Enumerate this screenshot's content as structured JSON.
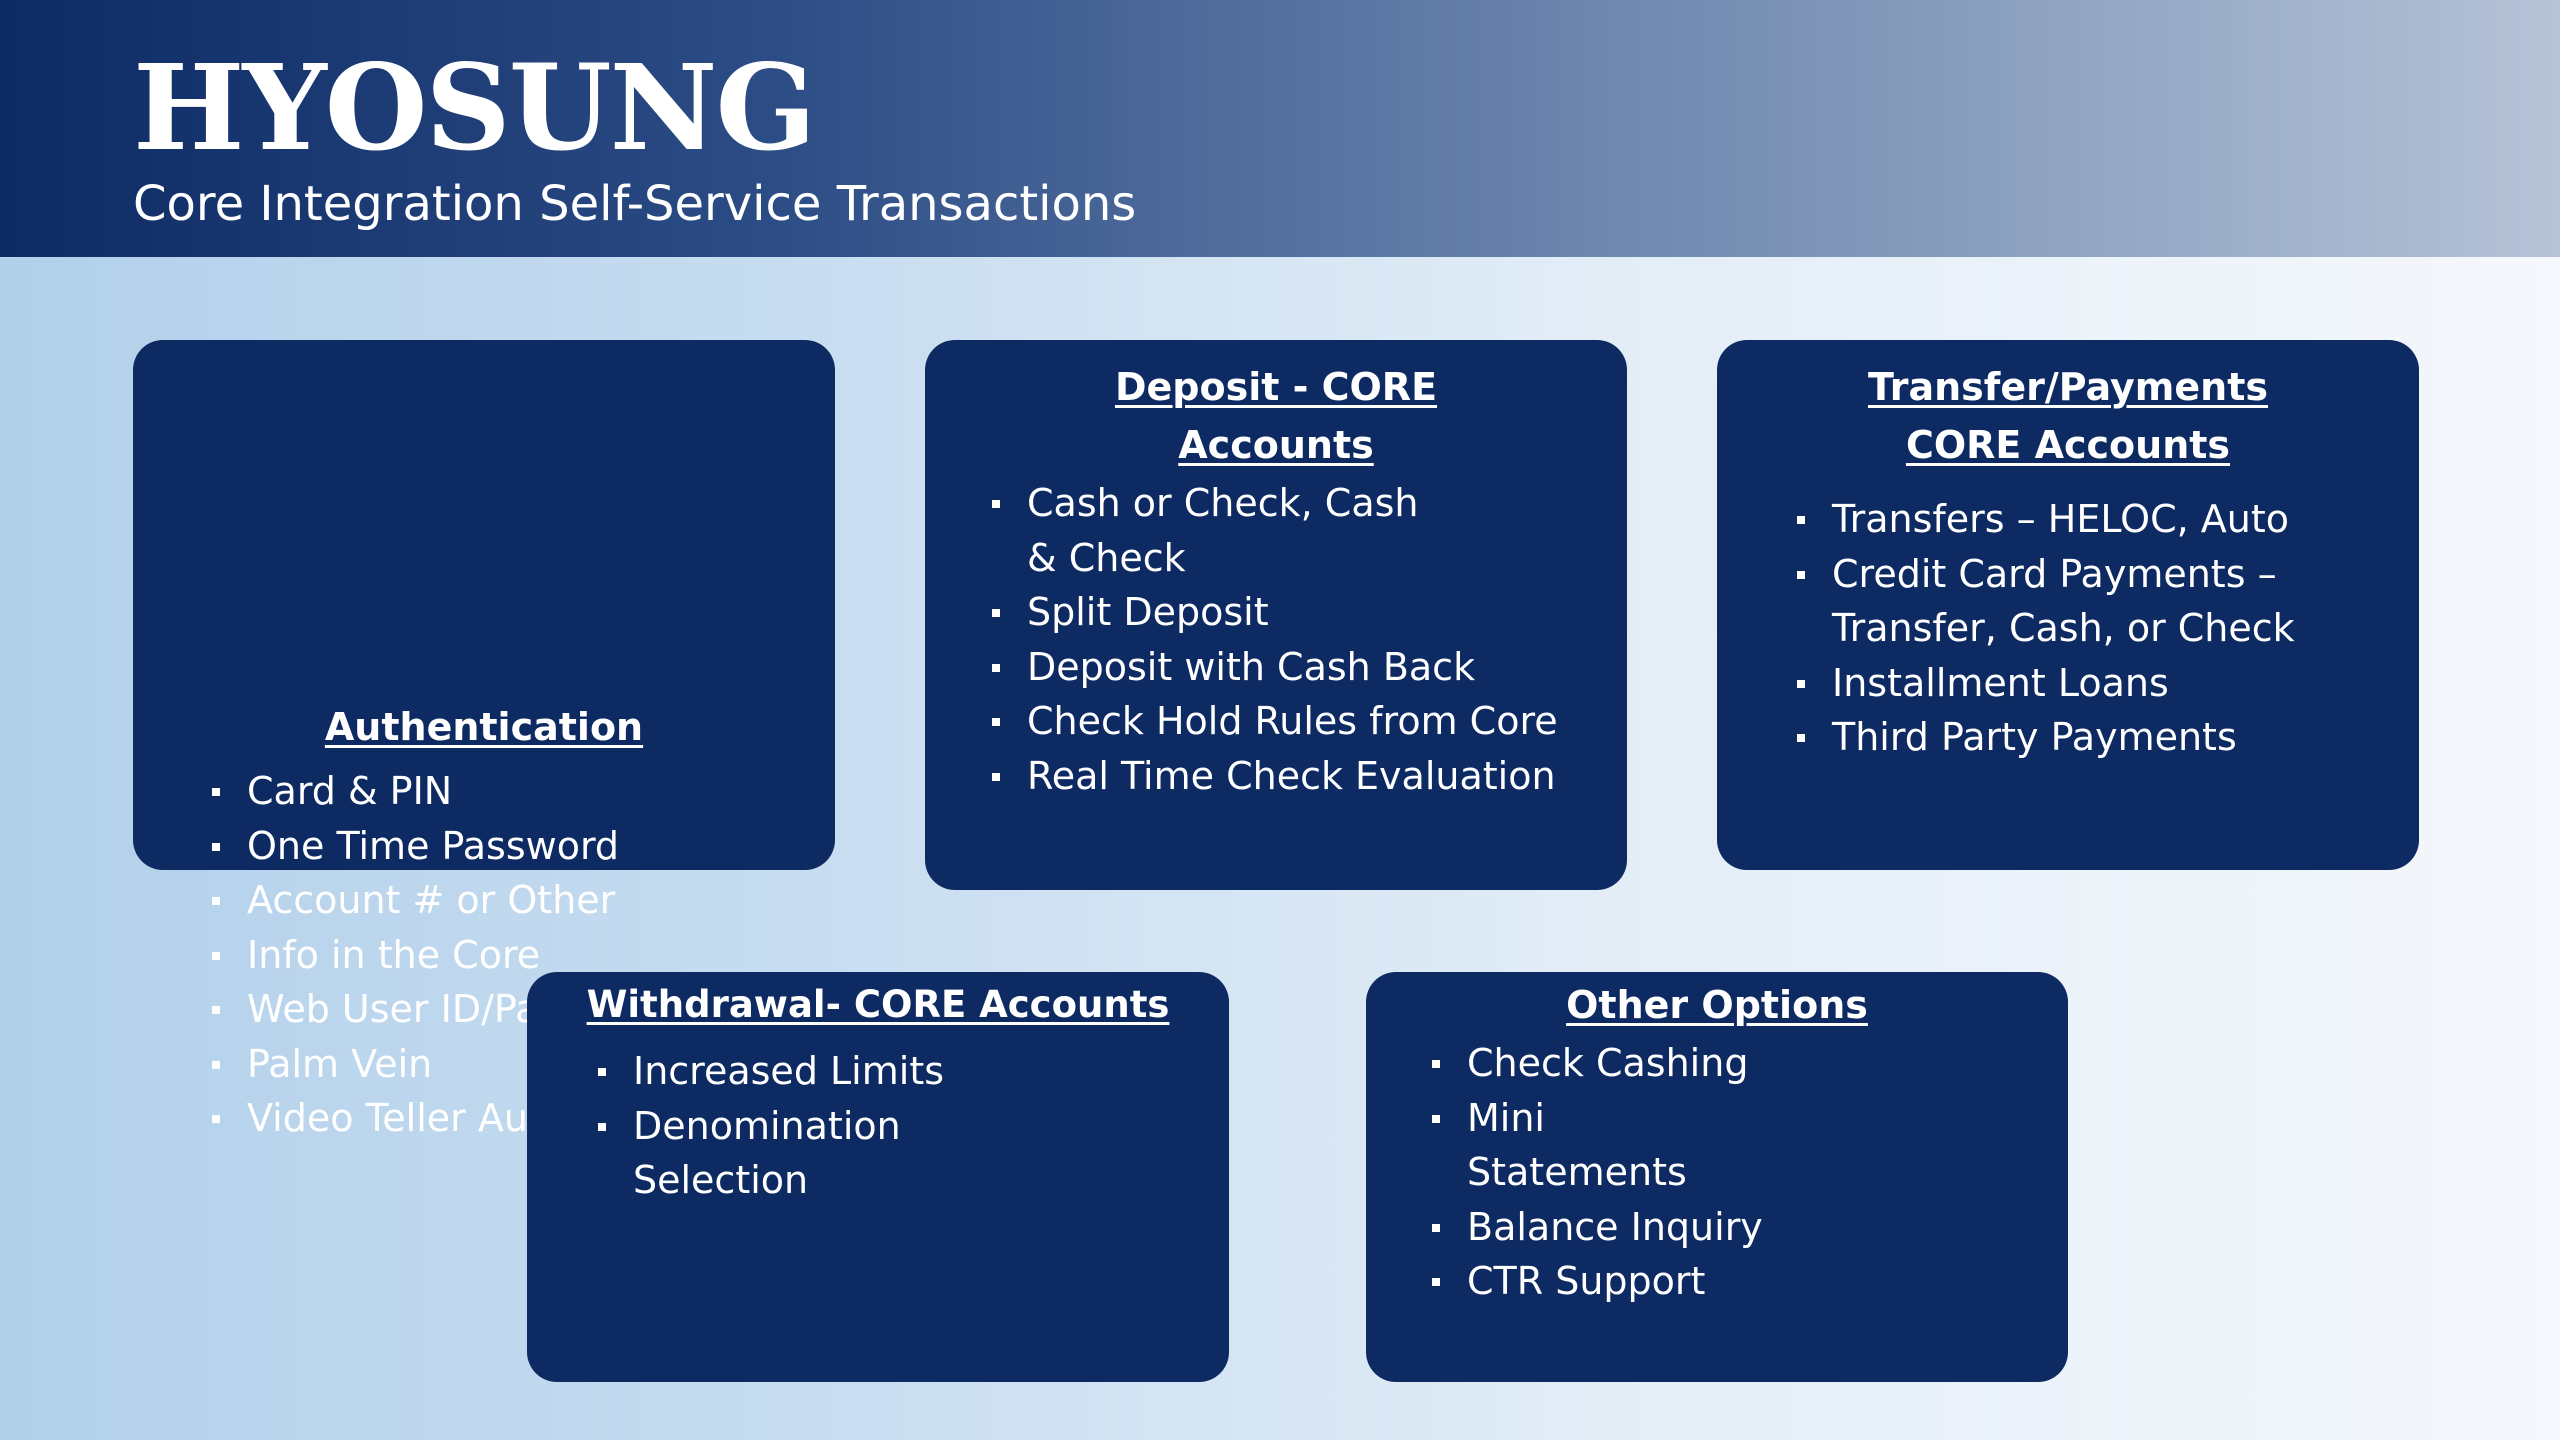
{
  "header": {
    "logo_text": "HYOSUNG",
    "subtitle": "Core Integration Self-Service Transactions"
  },
  "cards": [
    {
      "title": "Authentication",
      "items": [
        "Card & PIN",
        "One Time Password",
        "Account # or Other",
        "Info in the Core",
        "Web User ID/Password",
        "Palm Vein",
        "Video Teller Authorization"
      ]
    },
    {
      "title": "Deposit - CORE Accounts",
      "items": [
        "Cash or Check, Cash & Check",
        "Split Deposit",
        "Deposit with Cash Back",
        "Check Hold Rules from Core",
        "Real Time Check Evaluation"
      ]
    },
    {
      "title": "Transfer/Payments CORE Accounts",
      "items": [
        "Transfers – HELOC, Auto",
        "Credit Card Payments – Transfer, Cash, or Check",
        "Installment Loans",
        "Third Party Payments"
      ]
    },
    {
      "title": "Withdrawal- CORE Accounts",
      "items": [
        "Increased Limits",
        "Denomination Selection"
      ]
    },
    {
      "title": "Other Options",
      "items": [
        "Check Cashing",
        "Mini Statements",
        "Balance Inquiry",
        "CTR Support"
      ]
    }
  ],
  "colors": {
    "card_background": "#0d2a63",
    "header_dark": "#0d2a63",
    "text": "#ffffff"
  }
}
